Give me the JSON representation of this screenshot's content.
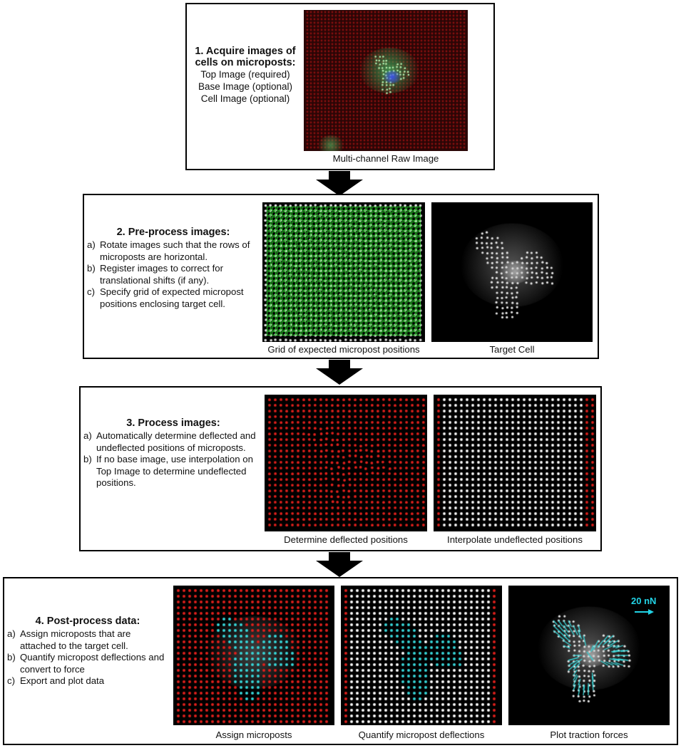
{
  "step1": {
    "title_line1": "1. Acquire images of",
    "title_line2": "cells on microposts:",
    "items": [
      "Top Image (required)",
      "Base Image (optional)",
      "Cell Image (optional)"
    ],
    "caption": "Multi-channel Raw Image"
  },
  "step2": {
    "title": "2. Pre-process images:",
    "items": [
      {
        "label": "a)",
        "text": "Rotate images  such that the rows of microposts are horizontal."
      },
      {
        "label": "b)",
        "text": "Register images to correct for translational shifts (if any)."
      },
      {
        "label": "c)",
        "text": "Specify grid of expected micropost positions enclosing target cell."
      }
    ],
    "caption_left": "Grid of expected micropost positions",
    "caption_right": "Target Cell"
  },
  "step3": {
    "title": "3. Process images:",
    "items": [
      {
        "label": "a)",
        "text": "Automatically determine deflected and undeflected positions of microposts."
      },
      {
        "label": "b)",
        "text": "If no base image, use interpolation on Top Image to determine undeflected positions."
      }
    ],
    "caption_left": "Determine deflected positions",
    "caption_right": "Interpolate undeflected positions"
  },
  "step4": {
    "title": "4. Post-process data:",
    "items": [
      {
        "label": "a)",
        "text": "Assign microposts that are attached to the target cell."
      },
      {
        "label": "b)",
        "text": "Quantify micropost deflections and convert to force"
      },
      {
        "label": "c)",
        "text": "Export and plot data"
      }
    ],
    "caption_1": "Assign microposts",
    "caption_2": "Quantify micropost deflections",
    "caption_3": "Plot traction forces",
    "scale_label": "20 nN"
  },
  "colors": {
    "post_red": "#e0201c",
    "post_white": "#ffffff",
    "post_cyan": "#37d6d8",
    "grid_green": "#2bd42b",
    "raw_red": "#8a1010",
    "nucleus_blue": "#3246e6"
  }
}
